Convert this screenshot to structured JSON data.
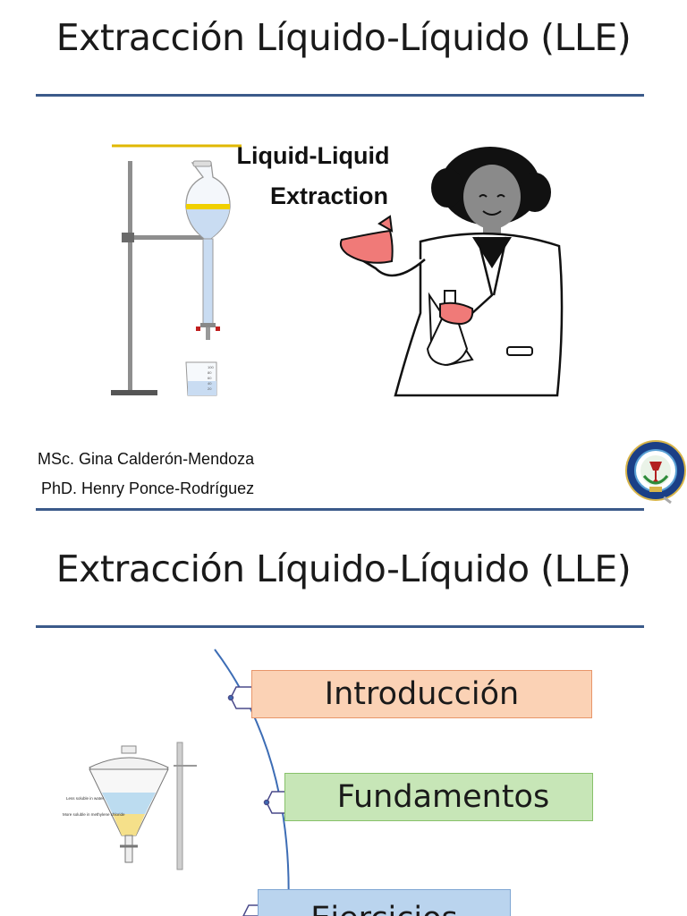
{
  "slide1": {
    "title": "Extracción Líquido-Líquido (LLE)",
    "illustration_text_line1": "Liquid-Liquid",
    "illustration_text_line2": "Extraction",
    "author1": "MSc. Gina Calderón-Mendoza",
    "author2": "PhD. Henry Ponce-Rodríguez",
    "beaker_ticks": [
      "100",
      "80",
      "60",
      "40",
      "20"
    ]
  },
  "slide2": {
    "title": "Extracción Líquido-Líquido (LLE)",
    "items": [
      {
        "label": "Introducción",
        "color": "#fbd2b5"
      },
      {
        "label": "Fundamentos",
        "color": "#c7e6b7"
      },
      {
        "label": "Ejercicios",
        "color": "#bad4ee"
      }
    ],
    "funnel_label_top": "Less soluble in water",
    "funnel_label_bottom": "More soluble in methylene chloride"
  },
  "colors": {
    "rule": "#3b5a8a",
    "arc": "#3d6db5"
  }
}
